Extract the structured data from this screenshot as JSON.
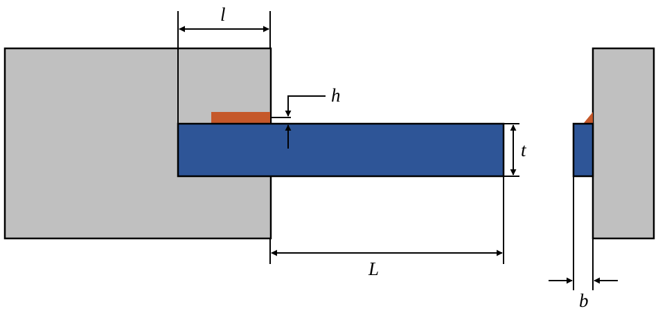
{
  "labels": {
    "l": "l",
    "h": "h",
    "t": "t",
    "L": "L",
    "b": "b"
  },
  "colors": {
    "block": "#c0c0c0",
    "beam": "#2e5597",
    "weld": "#c5582a",
    "line": "#000000"
  }
}
